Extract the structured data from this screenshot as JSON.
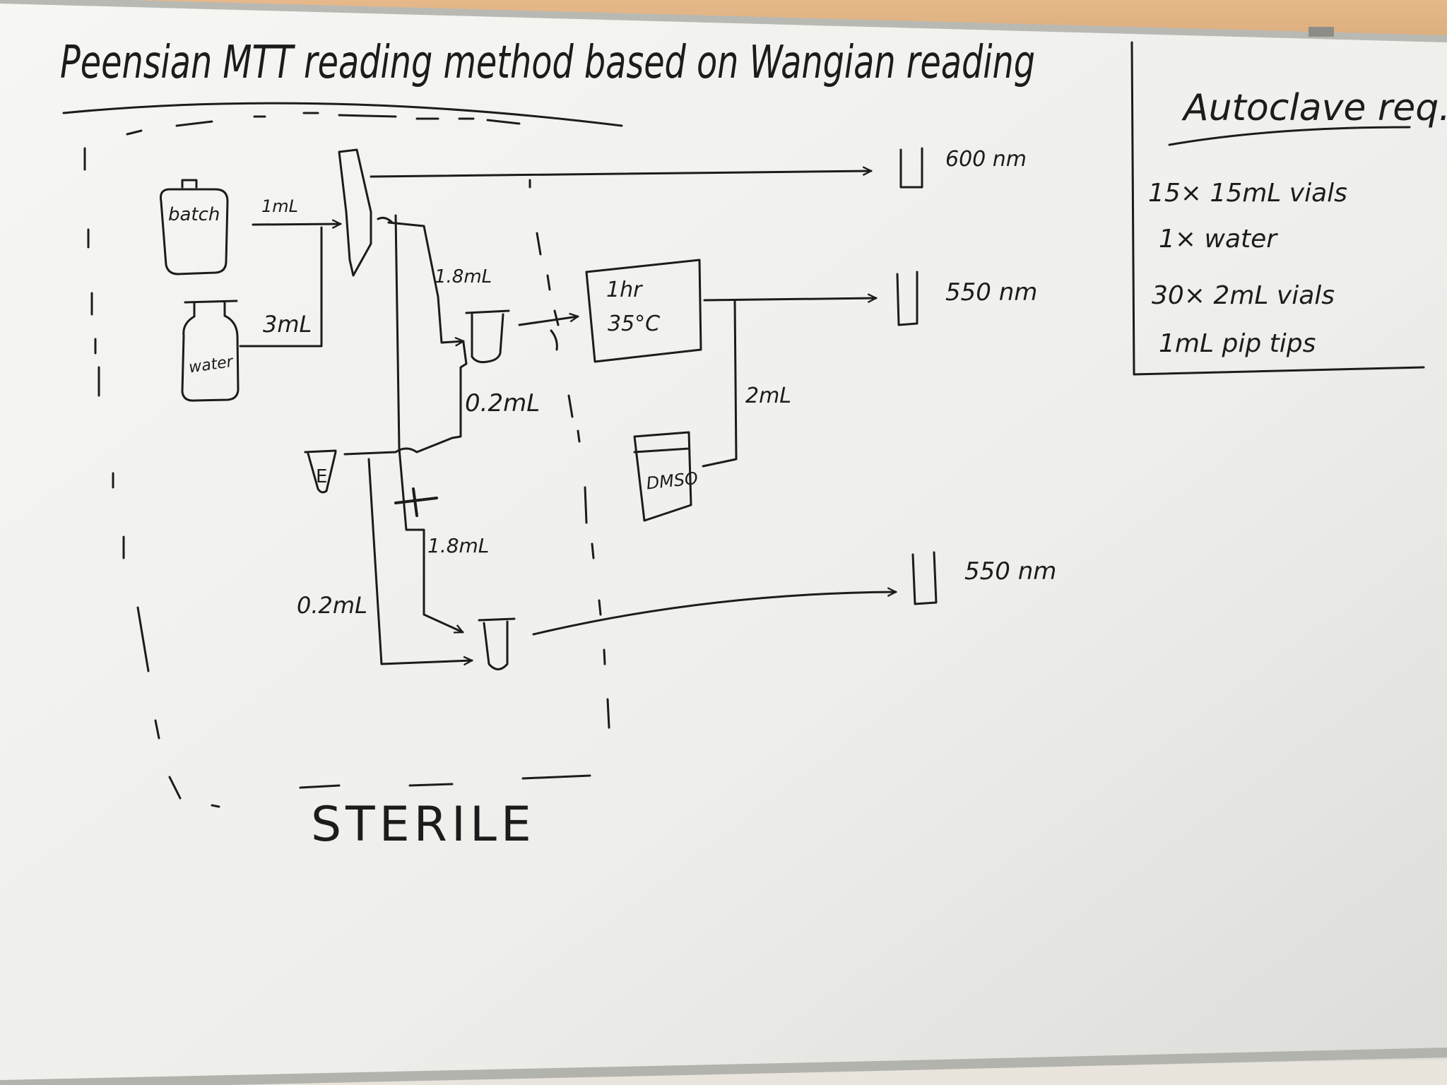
{
  "whiteboard": {
    "title": "Peensian MTT reading method based on Wangian reading",
    "sterile_label": "STERILE",
    "containers": {
      "batch": "batch",
      "water": "water",
      "eppendorf": "E",
      "dmso": "DMSO"
    },
    "incubator": {
      "line1": "1hr",
      "line2": "35°C"
    },
    "volumes": {
      "batch_to_tube": "1mL",
      "water_to_tube": "3mL",
      "to_upper_tube": "1.8mL",
      "e_to_upper_tube": "0.2mL",
      "via_filter": "1.8mL",
      "e_to_lower_tube": "0.2mL",
      "dmso_to_incubator_line": "2mL"
    },
    "readings": {
      "top": "600 nm",
      "middle": "550 nm",
      "bottom": "550 nm"
    },
    "autoclave": {
      "heading": "Autoclave req.",
      "items": [
        "15× 15mL vials",
        "1× water",
        "30× 2mL vials",
        "1mL pip tips"
      ]
    }
  },
  "colors": {
    "board": "#f4f4f1",
    "marker": "#1c1c1c",
    "wall": "#e0b283",
    "frame": "#b9b9b4"
  }
}
